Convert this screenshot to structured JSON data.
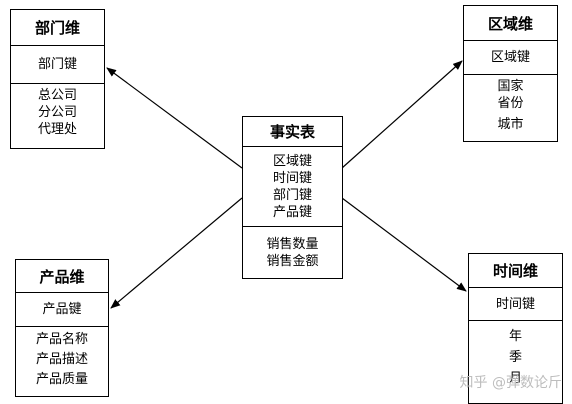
{
  "fact_table": {
    "title": "事实表",
    "keys": [
      "区域键",
      "时间键",
      "部门键",
      "产品键"
    ],
    "measures": [
      "销售数量",
      "销售金额"
    ]
  },
  "dept_dim": {
    "title": "部门维",
    "key": "部门键",
    "attrs": [
      "总公司",
      "分公司",
      "代理处"
    ]
  },
  "region_dim": {
    "title": "区域维",
    "key": "区域键",
    "attrs": [
      "国家",
      "省份",
      "城市"
    ]
  },
  "product_dim": {
    "title": "产品维",
    "key": "产品键",
    "attrs": [
      "产品名称",
      "产品描述",
      "产品质量"
    ]
  },
  "time_dim": {
    "title": "时间维",
    "key": "时间键",
    "attrs": [
      "年",
      "季",
      "月"
    ]
  },
  "watermark": "知乎 @弹数论斤"
}
